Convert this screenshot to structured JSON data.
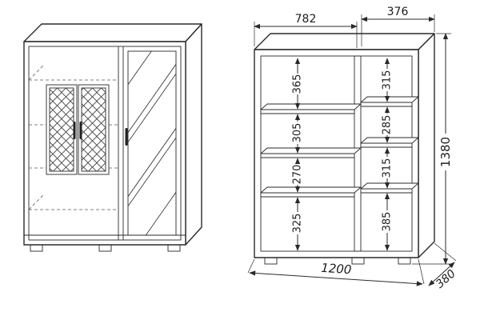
{
  "colors": {
    "line": "#2a2a2a",
    "background": "#ffffff"
  },
  "dimensions": {
    "top_width_left": "782",
    "top_width_right": "376",
    "left_column_sections": [
      "365",
      "305",
      "270",
      "325"
    ],
    "right_column_sections": [
      "315",
      "285",
      "315",
      "385"
    ],
    "overall_height": "1380",
    "overall_width": "1200",
    "overall_depth": "380"
  }
}
